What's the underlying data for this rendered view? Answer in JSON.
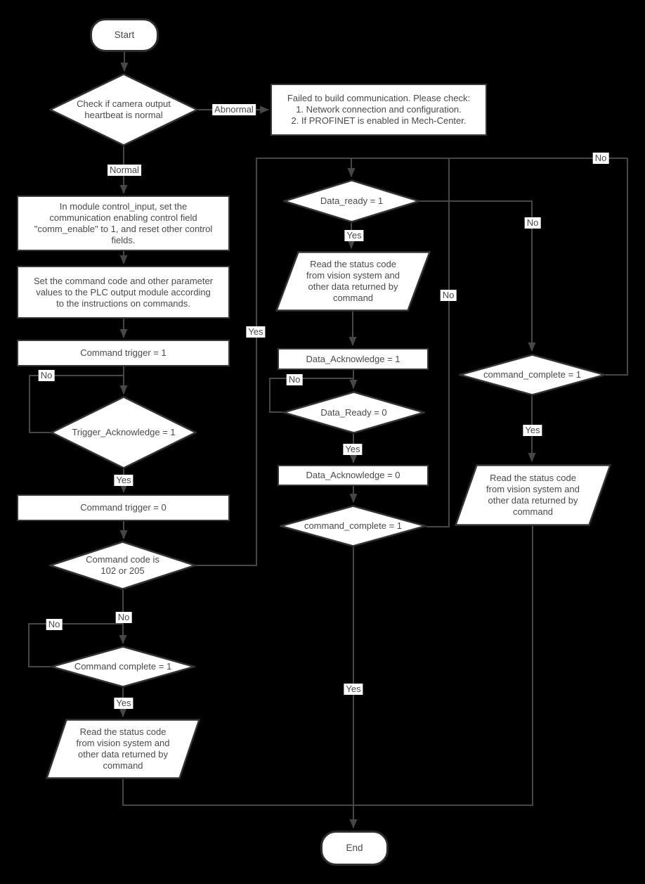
{
  "nodes": {
    "start": "Start",
    "check_heartbeat": "Check if camera output\nheartbeat is normal",
    "failed_comm": "Failed to build communication. Please check:\n1. Network connection and configuration.\n2. If PROFINET is enabled in Mech-Center.",
    "comm_enable": "In module control_input, set the\ncommunication enabling control field\n\"comm_enable\" to 1, and reset other control\nfields.",
    "set_command": "Set the command code and other parameter\nvalues to the PLC output module according\nto the instructions on commands.",
    "command_trigger_1": "Command trigger = 1",
    "trigger_acknowledge": "Trigger_Acknowledge = 1",
    "command_trigger_0": "Command trigger = 0",
    "command_code": "Command code is\n102 or 205",
    "command_complete_left": "Command complete = 1",
    "read_status_left": "Read the status code\nfrom vision system and\nother data returned by\ncommand",
    "data_ready": "Data_ready = 1",
    "read_status_mid": "Read the status code\nfrom vision system and\nother data returned by\ncommand",
    "data_acknowledge_1": "Data_Acknowledge = 1",
    "data_ready_0": "Data_Ready = 0",
    "data_acknowledge_0": "Data_Acknowledge = 0",
    "command_complete_mid": "command_complete = 1",
    "command_complete_right": "command_complete = 1",
    "read_status_right": "Read the status code\nfrom vision system and\nother data returned by\ncommand",
    "end": "End"
  },
  "edge_labels": {
    "abnormal": "Abnormal",
    "normal": "Normal",
    "trigger_ack_no": "No",
    "trigger_ack_yes": "Yes",
    "code_yes": "Yes",
    "code_no": "No",
    "complete_left_no": "No",
    "complete_left_yes": "Yes",
    "data_ready_yes": "Yes",
    "data_ready_no": "No",
    "data_ready0_no": "No",
    "data_ready0_yes": "Yes",
    "complete_mid_no": "No",
    "complete_mid_yes": "Yes",
    "complete_right_no": "No",
    "complete_right_yes": "Yes"
  },
  "colors": {
    "background": "#000000",
    "shape_fill": "#ffffff",
    "shape_border": "#333333",
    "connector": "#474747",
    "text": "#4a4a4a",
    "label_background": "#ffffff"
  }
}
